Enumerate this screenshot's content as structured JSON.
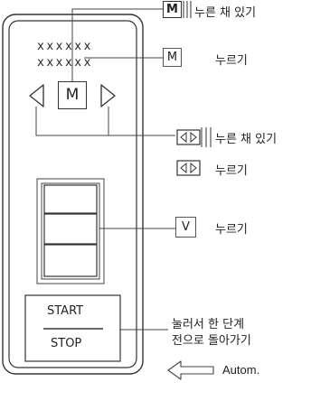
{
  "device": {
    "display_rows": [
      "xxxxxx",
      "xxxxxx"
    ],
    "m_key": "M",
    "start_label": "START",
    "stop_label": "STOP"
  },
  "legend": {
    "m_hold_key": "M",
    "m_hold_text": "누른 채 있기",
    "m_press_key": "M",
    "m_press_text": "누르기",
    "arrows_hold_text": "누른 채 있기",
    "arrows_press_text": "누르기",
    "v_key": "V",
    "v_press_text": "누르기",
    "startstop_text_line1": "눌러서 한 단계",
    "startstop_text_line2": "전으로 돌아가기",
    "autom_label": "Autom."
  }
}
